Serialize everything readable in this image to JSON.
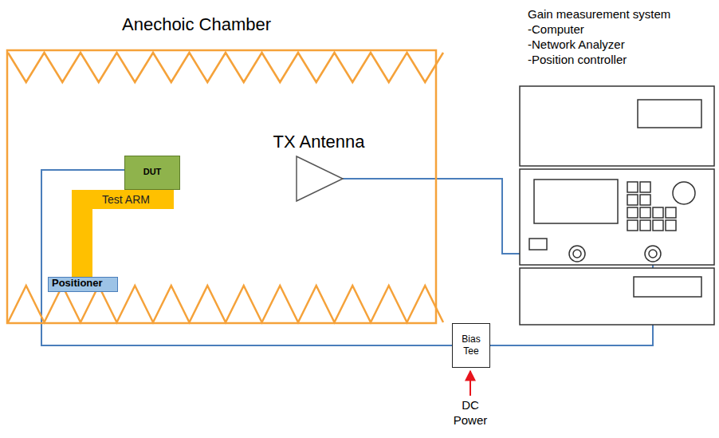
{
  "diagram": {
    "nodes": [
      {
        "text": [
          "Anechoic Chamber"
        ]
      },
      {
        "text": [
          "DUT"
        ],
        "in": 0
      },
      {
        "text": [
          "Test ARM"
        ],
        "in": 0
      },
      {
        "text": [
          "Positioner"
        ],
        "in": 0
      },
      {
        "text": [
          "TX Antenna"
        ],
        "in": 0
      },
      {
        "text": [
          "Gain measurement system",
          "-Computer",
          "-Network Analyzer",
          "-Position controller"
        ]
      },
      {
        "text": [
          "Bias Tee"
        ]
      }
    ],
    "edges": [
      {
        "from": 4,
        "to": 5,
        "arrow": "none"
      },
      {
        "from": 1,
        "to": 6,
        "arrow": "none"
      },
      {
        "from": 6,
        "to": 5,
        "arrow": "none"
      }
    ],
    "labels": [
      "DC Power"
    ]
  }
}
